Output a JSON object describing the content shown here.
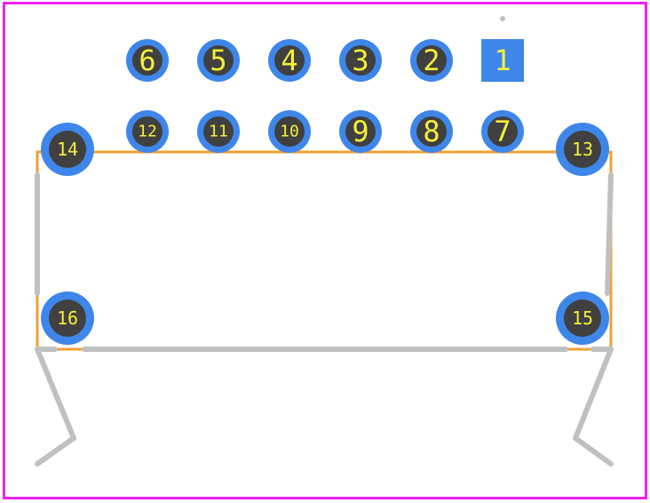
{
  "colors": {
    "board_outline": "#ee22ee",
    "courtyard": "#f0a030",
    "silkscreen": "#c0c0c0",
    "pad": "#3f86ea",
    "drill": "#404040",
    "pad_label": "#f4ef3a",
    "background": "#ffffff"
  },
  "pads": [
    {
      "label": "1",
      "shape": "square",
      "row": "top"
    },
    {
      "label": "2",
      "shape": "round",
      "row": "top"
    },
    {
      "label": "3",
      "shape": "round",
      "row": "top"
    },
    {
      "label": "4",
      "shape": "round",
      "row": "top"
    },
    {
      "label": "5",
      "shape": "round",
      "row": "top"
    },
    {
      "label": "6",
      "shape": "round",
      "row": "top"
    },
    {
      "label": "7",
      "shape": "round",
      "row": "second"
    },
    {
      "label": "8",
      "shape": "round",
      "row": "second"
    },
    {
      "label": "9",
      "shape": "round",
      "row": "second"
    },
    {
      "label": "10",
      "shape": "round",
      "row": "second"
    },
    {
      "label": "11",
      "shape": "round",
      "row": "second"
    },
    {
      "label": "12",
      "shape": "round",
      "row": "second"
    },
    {
      "label": "13",
      "shape": "mount",
      "row": "mount"
    },
    {
      "label": "14",
      "shape": "mount",
      "row": "mount"
    },
    {
      "label": "15",
      "shape": "mount",
      "row": "mount"
    },
    {
      "label": "16",
      "shape": "mount",
      "row": "mount"
    }
  ]
}
